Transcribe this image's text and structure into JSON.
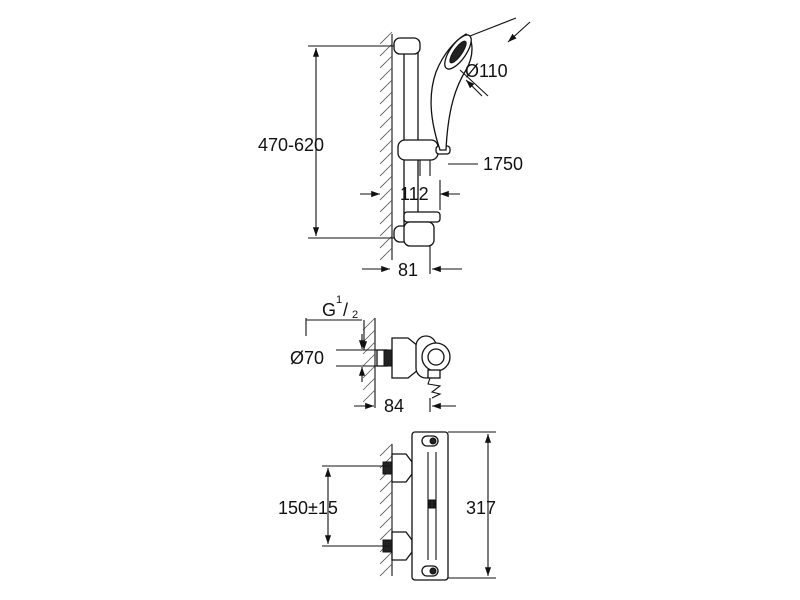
{
  "views": {
    "shower_set": {
      "rail_height": "470-620",
      "head_diameter": "Ø110",
      "hose_length": "1750",
      "rail_offset": "112",
      "wall_depth": "81"
    },
    "side_view": {
      "thread_prefix": "G",
      "thread_num": "1",
      "thread_den": "2",
      "connector_diameter": "Ø70",
      "depth": "84"
    },
    "front_view": {
      "inlet_spacing": "150±15",
      "body_length": "317"
    }
  },
  "colors": {
    "line": "#111111",
    "accent": "#222222",
    "background": "#ffffff"
  }
}
